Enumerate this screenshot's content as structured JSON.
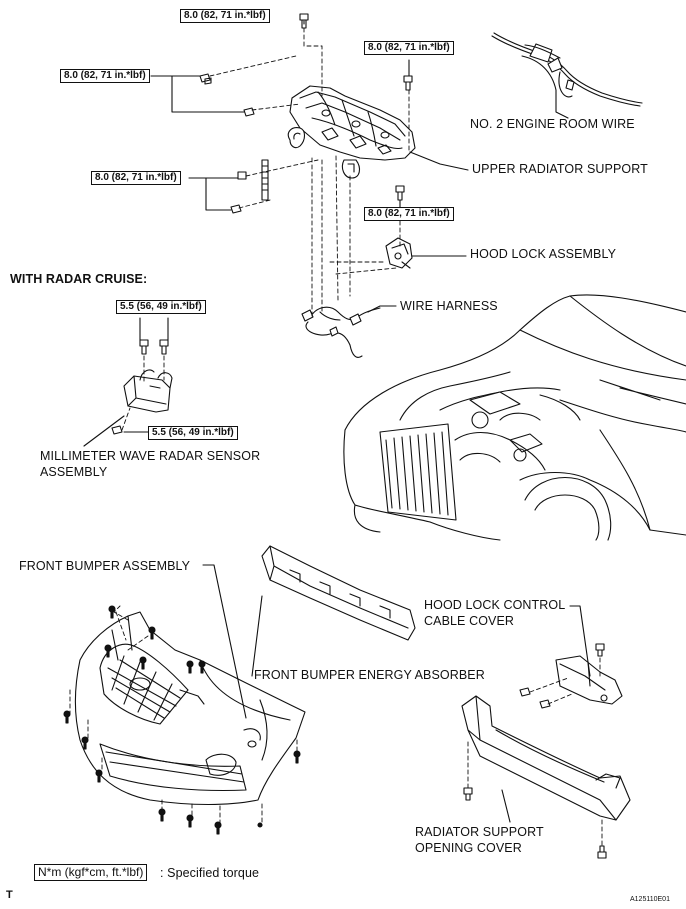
{
  "torque_labels": {
    "t1": "8.0 (82, 71 in.*lbf)",
    "t2": "8.0 (82, 71 in.*lbf)",
    "t3": "8.0 (82, 71 in.*lbf)",
    "t4": "8.0 (82, 71 in.*lbf)",
    "t5": "8.0 (82, 71 in.*lbf)",
    "t6": "5.5 (56, 49 in.*lbf)",
    "t7": "5.5 (56, 49 in.*lbf)"
  },
  "part_labels": {
    "engine_wire": "NO. 2 ENGINE ROOM WIRE",
    "upper_support": "UPPER RADIATOR SUPPORT",
    "hood_lock": "HOOD LOCK ASSEMBLY",
    "wire_harness": "WIRE HARNESS",
    "radar_sensor_1": "MILLIMETER WAVE RADAR SENSOR",
    "radar_sensor_2": "ASSEMBLY",
    "front_bumper": "FRONT BUMPER ASSEMBLY",
    "hood_cable_1": "HOOD LOCK CONTROL",
    "hood_cable_2": "CABLE COVER",
    "energy_absorber": "FRONT BUMPER ENERGY ABSORBER",
    "opening_cover_1": "RADIATOR SUPPORT",
    "opening_cover_2": "OPENING COVER"
  },
  "section_heading": "WITH RADAR CRUISE:",
  "legend": {
    "unit_box": "N*m (kgf*cm, ft.*lbf)",
    "description": ": Specified torque"
  },
  "corner_mark": "T",
  "figure_id": "A125110E01"
}
